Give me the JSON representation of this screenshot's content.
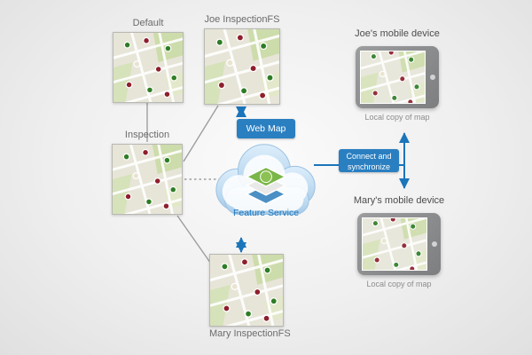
{
  "diagram": {
    "nodes": {
      "default": {
        "label": "Default"
      },
      "joe_fs": {
        "label": "Joe InspectionFS"
      },
      "inspection": {
        "label": "Inspection"
      },
      "mary_fs": {
        "label": "Mary InspectionFS"
      }
    },
    "cloud": {
      "badge": "Web Map",
      "service_label": "Feature Service"
    },
    "sync": {
      "line1": "Connect and",
      "line2": "synchronize"
    },
    "devices": {
      "joe": {
        "title": "Joe's mobile device",
        "caption": "Local copy of map"
      },
      "mary": {
        "title": "Mary's mobile device",
        "caption": "Local copy of map"
      }
    },
    "colors": {
      "accent_blue": "#1b75bb",
      "badge_blue": "#2a7fc1",
      "connector_gray": "#9e9e9e",
      "map_green_dot": "#2e7d26",
      "map_red_dot": "#8e1f2c"
    }
  }
}
